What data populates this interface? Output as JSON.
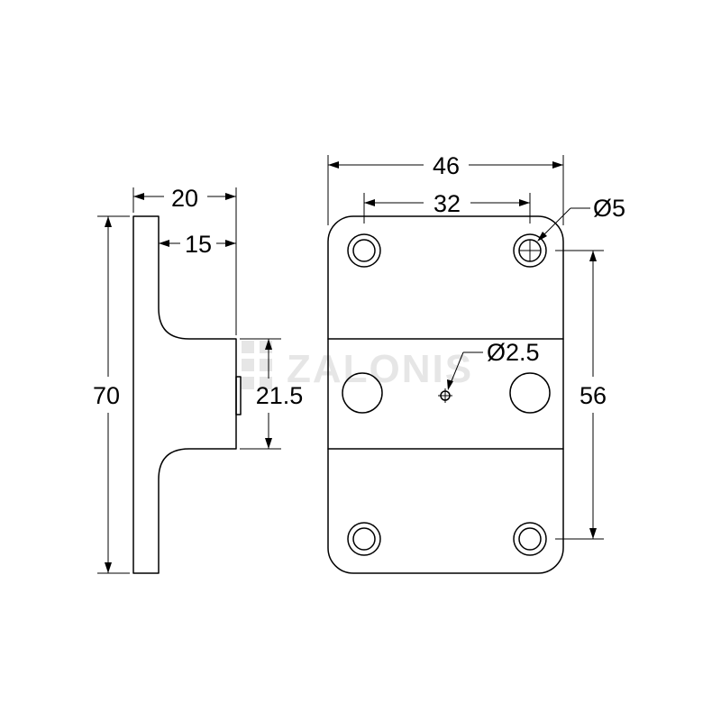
{
  "watermark": {
    "brand": "ZALONIS"
  },
  "dimensions": {
    "side_depth": "20",
    "side_inner_depth": "15",
    "side_height": "70",
    "side_plate_height": "21.5",
    "front_width": "46",
    "hole_spacing_x": "32",
    "hole_diameter": "Ø5",
    "center_hole_diameter": "Ø2.5",
    "hole_spacing_y": "56"
  },
  "colors": {
    "line": "#000000",
    "watermark": "#e6e6e6",
    "background": "#ffffff"
  }
}
